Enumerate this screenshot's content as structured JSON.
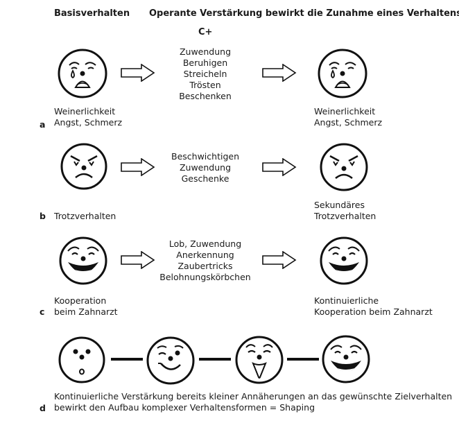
{
  "header": {
    "left": "Basisverhalten",
    "right": "Operante Verstärkung bewirkt die Zunahme eines Verhaltens",
    "cplus": "C+"
  },
  "rows": [
    {
      "letter": "a",
      "left_label": [
        "Weinerlichkeit",
        "Angst, Schmerz"
      ],
      "reinforcers": [
        "Zuwendung",
        "Beruhigen",
        "Streicheln",
        "Trösten",
        "Beschenken"
      ],
      "right_label": [
        "Weinerlichkeit",
        "Angst, Schmerz"
      ]
    },
    {
      "letter": "b",
      "left_label": [
        "Trotzverhalten"
      ],
      "reinforcers": [
        "Beschwichtigen",
        "Zuwendung",
        "Geschenke"
      ],
      "right_label": [
        "Sekundäres",
        "Trotzverhalten"
      ]
    },
    {
      "letter": "c",
      "left_label": [
        "Kooperation",
        "beim Zahnarzt"
      ],
      "reinforcers": [
        "Lob, Zuwendung",
        "Anerkennung",
        "Zaubertricks",
        "Belohnungskörbchen"
      ],
      "right_label": [
        "Kontinuierliche",
        "Kooperation beim Zahnarzt"
      ]
    }
  ],
  "row_d": {
    "letter": "d",
    "caption": [
      "Kontinuierliche Verstärkung bereits kleiner Annäherungen an das gewünschte Zielverhalten",
      "bewirkt den Aufbau komplexer Verhaltensformen = Shaping"
    ]
  }
}
